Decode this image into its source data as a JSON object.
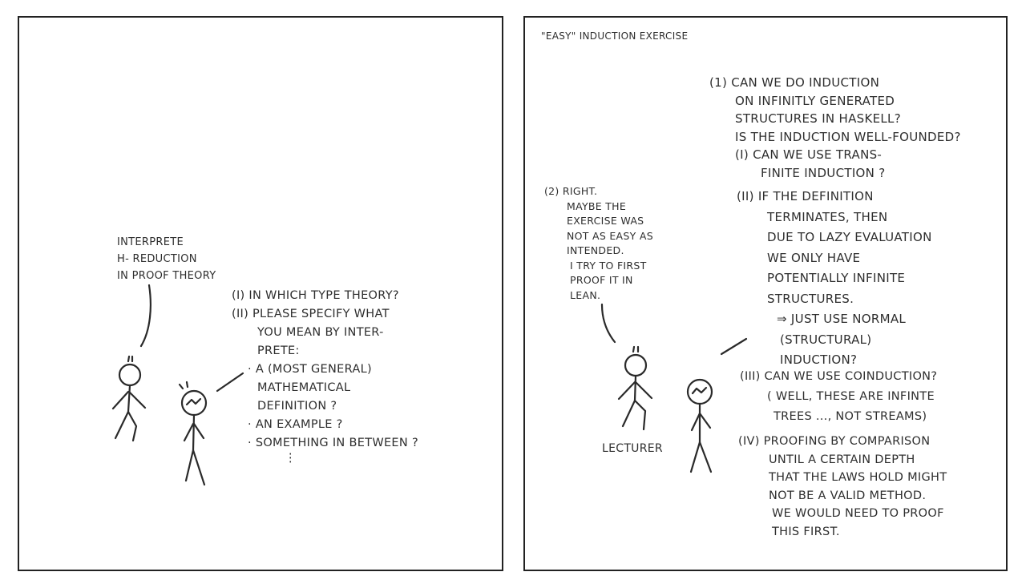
{
  "left_panel": {
    "lecturer_speech": [
      "INTERPRETE",
      "η- REDUCTION",
      "IN PROOF THEORY"
    ],
    "student_reply": [
      "(i) IN WHICH TYPE THEORY?",
      "(ii) PLEASE SPECIFY WHAT",
      "YOU MEAN BY INTER-",
      "PRETE:",
      "· A (MOST GENERAL)",
      "MATHEMATICAL",
      "DEFINITION ?",
      "· AN EXAMPLE ?",
      "· SOMETHING IN BETWEEN ?",
      "⋮"
    ]
  },
  "right_panel": {
    "title": "\"EASY\" INDUCTION EXERCISE",
    "lecturer_speech": [
      "(2) RIGHT.",
      "MAYBE THE",
      "EXERCISE WAS",
      "NOT AS EASY AS",
      "INTENDED.",
      "I TRY TO FIRST",
      "PROOF IT IN",
      "LEAN."
    ],
    "student_q1": [
      "(1) CAN WE DO INDUCTION",
      "ON INFINITLY GENERATED",
      "STRUCTURES IN HASKELL?",
      "IS THE INDUCTION WELL-FOUNDED?"
    ],
    "student_i": [
      "(i) CAN WE USE TRANS-",
      "FINITE INDUCTION ?"
    ],
    "student_ii": [
      "(ii) IF THE DEFINITION",
      "TERMINATES, THEN",
      "DUE TO LAZY EVALUATION",
      "WE ONLY HAVE",
      "POTENTIALLY INFINITE",
      "STRUCTURES.",
      "⇒ JUST USE NORMAL",
      "(STRUCTURAL)",
      "INDUCTION?"
    ],
    "student_iii": [
      "(iii) CAN WE USE COINDUCTION?",
      "( WELL, THESE ARE INFINTE",
      "TREES ..., NOT STREAMS)"
    ],
    "student_iv": [
      "(iv) PROOFING BY COMPARISON",
      "UNTIL A CERTAIN DEPTH",
      "THAT THE LAWS HOLD MIGHT",
      "NOT BE A VALID METHOD.",
      "WE WOULD NEED TO PROOF",
      "THIS FIRST."
    ],
    "lecturer_label": "LECTURER"
  }
}
